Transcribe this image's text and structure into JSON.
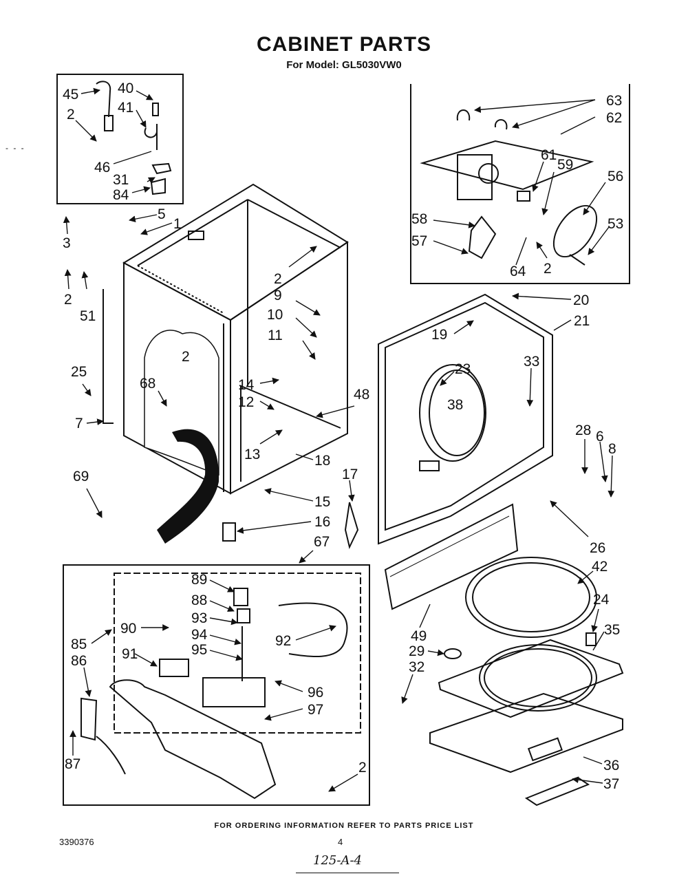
{
  "header": {
    "title": "CABINET PARTS",
    "subtitle": "For Model: GL5030VW0"
  },
  "callouts": [
    {
      "id": "c45",
      "label": "45"
    },
    {
      "id": "c40",
      "label": "40"
    },
    {
      "id": "c2a",
      "label": "2"
    },
    {
      "id": "c41",
      "label": "41"
    },
    {
      "id": "c46",
      "label": "46"
    },
    {
      "id": "c31",
      "label": "31"
    },
    {
      "id": "c84",
      "label": "84"
    },
    {
      "id": "c5",
      "label": "5"
    },
    {
      "id": "c1",
      "label": "1"
    },
    {
      "id": "c3",
      "label": "3"
    },
    {
      "id": "c2b",
      "label": "2"
    },
    {
      "id": "c51",
      "label": "51"
    },
    {
      "id": "c25",
      "label": "25"
    },
    {
      "id": "c7",
      "label": "7"
    },
    {
      "id": "c68",
      "label": "68"
    },
    {
      "id": "c2c",
      "label": "2"
    },
    {
      "id": "c69",
      "label": "69"
    },
    {
      "id": "c2d",
      "label": "2"
    },
    {
      "id": "c9",
      "label": "9"
    },
    {
      "id": "c10",
      "label": "10"
    },
    {
      "id": "c11",
      "label": "11"
    },
    {
      "id": "c14",
      "label": "14"
    },
    {
      "id": "c12",
      "label": "12"
    },
    {
      "id": "c13",
      "label": "13"
    },
    {
      "id": "c48",
      "label": "48"
    },
    {
      "id": "c18",
      "label": "18"
    },
    {
      "id": "c15",
      "label": "15"
    },
    {
      "id": "c16",
      "label": "16"
    },
    {
      "id": "c17",
      "label": "17"
    },
    {
      "id": "c67",
      "label": "67"
    },
    {
      "id": "c63",
      "label": "63"
    },
    {
      "id": "c62",
      "label": "62"
    },
    {
      "id": "c61",
      "label": "61"
    },
    {
      "id": "c59",
      "label": "59"
    },
    {
      "id": "c56",
      "label": "56"
    },
    {
      "id": "c58",
      "label": "58"
    },
    {
      "id": "c53",
      "label": "53"
    },
    {
      "id": "c57",
      "label": "57"
    },
    {
      "id": "c64",
      "label": "64"
    },
    {
      "id": "c2e",
      "label": "2"
    },
    {
      "id": "c20",
      "label": "20"
    },
    {
      "id": "c19",
      "label": "19"
    },
    {
      "id": "c21",
      "label": "21"
    },
    {
      "id": "c23",
      "label": "23"
    },
    {
      "id": "c33",
      "label": "33"
    },
    {
      "id": "c38",
      "label": "38"
    },
    {
      "id": "c28",
      "label": "28"
    },
    {
      "id": "c6",
      "label": "6"
    },
    {
      "id": "c8",
      "label": "8"
    },
    {
      "id": "c26",
      "label": "26"
    },
    {
      "id": "c42",
      "label": "42"
    },
    {
      "id": "c24",
      "label": "24"
    },
    {
      "id": "c35",
      "label": "35"
    },
    {
      "id": "c49",
      "label": "49"
    },
    {
      "id": "c29",
      "label": "29"
    },
    {
      "id": "c32",
      "label": "32"
    },
    {
      "id": "c36",
      "label": "36"
    },
    {
      "id": "c37",
      "label": "37"
    },
    {
      "id": "c89",
      "label": "89"
    },
    {
      "id": "c88",
      "label": "88"
    },
    {
      "id": "c93",
      "label": "93"
    },
    {
      "id": "c94",
      "label": "94"
    },
    {
      "id": "c95",
      "label": "95"
    },
    {
      "id": "c92",
      "label": "92"
    },
    {
      "id": "c90",
      "label": "90"
    },
    {
      "id": "c85",
      "label": "85"
    },
    {
      "id": "c86",
      "label": "86"
    },
    {
      "id": "c91",
      "label": "91"
    },
    {
      "id": "c96",
      "label": "96"
    },
    {
      "id": "c97",
      "label": "97"
    },
    {
      "id": "c87",
      "label": "87"
    },
    {
      "id": "c2f",
      "label": "2"
    }
  ],
  "footer": {
    "ordering_note": "FOR ORDERING INFORMATION REFER TO PARTS PRICE LIST",
    "doc_number": "3390376",
    "page_number": "4",
    "handwritten_note": "125-A-4",
    "edge_mark": "- - -"
  }
}
